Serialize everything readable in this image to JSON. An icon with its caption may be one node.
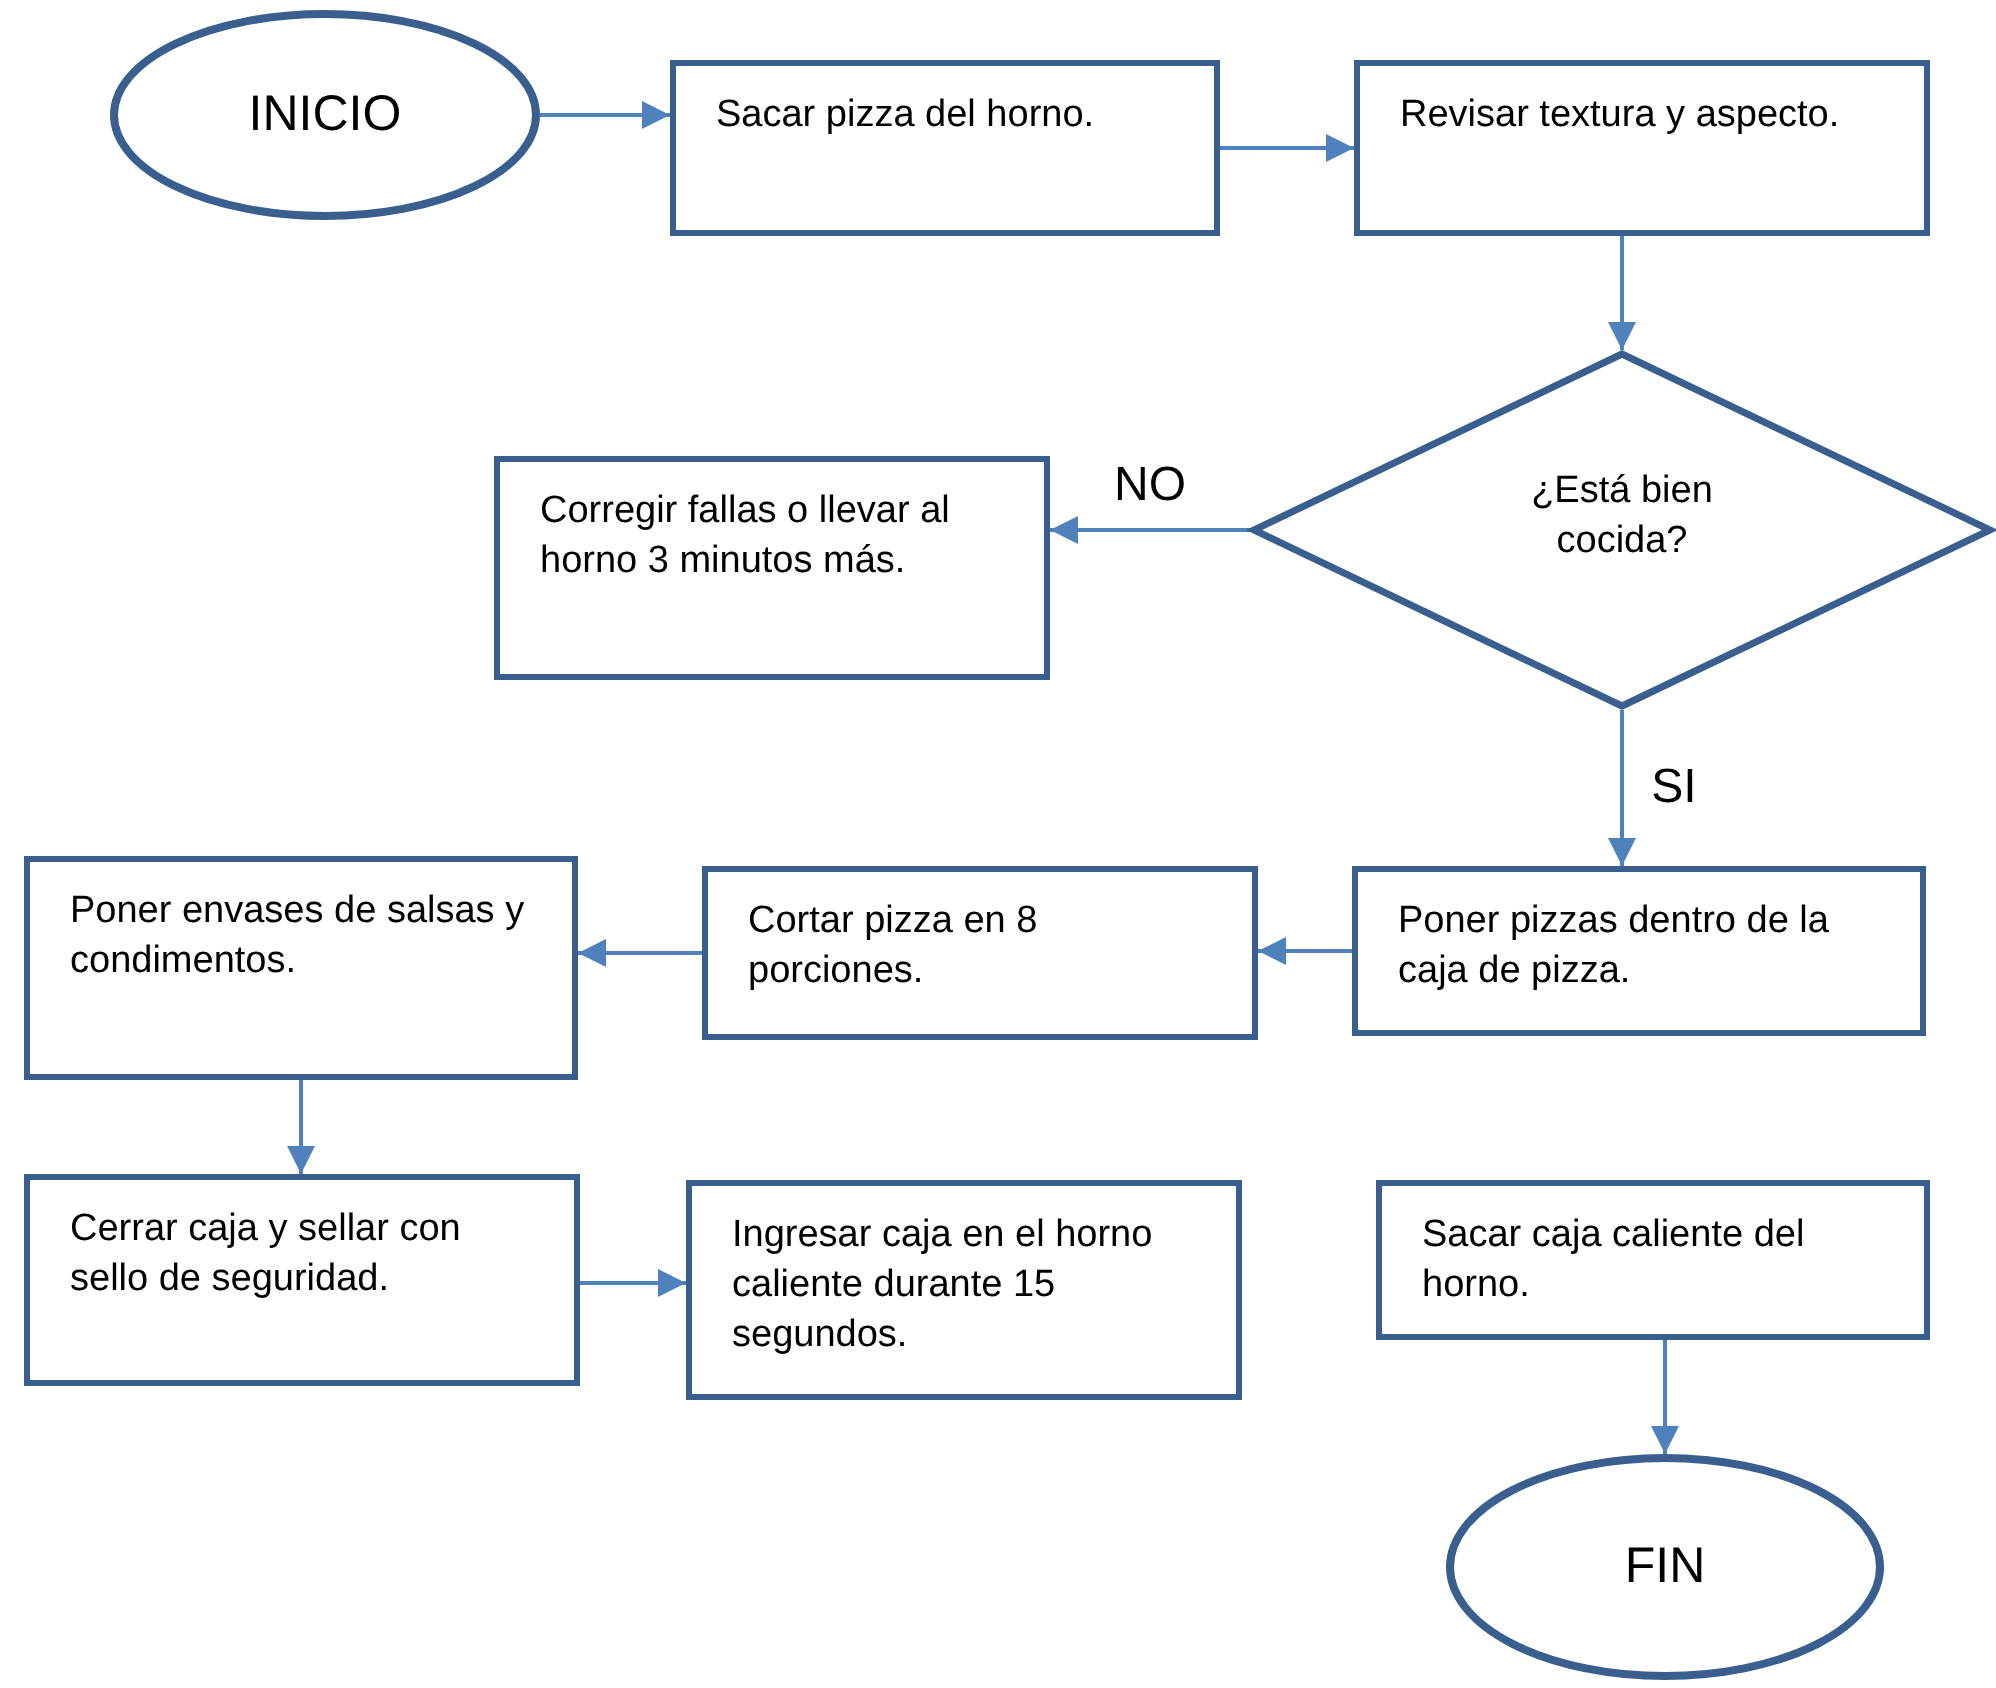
{
  "diagram": {
    "nodes": [
      {
        "text": [
          "INICIO"
        ]
      },
      {
        "text": [
          "Sacar pizza del horno."
        ]
      },
      {
        "text": [
          "Revisar textura y aspecto."
        ]
      },
      {
        "text": [
          "¿Está bien cocida?"
        ]
      },
      {
        "text": [
          "Corregir fallas o llevar al horno 3 minutos más."
        ]
      },
      {
        "text": [
          "Poner pizzas dentro de la caja de pizza."
        ]
      },
      {
        "text": [
          "Cortar pizza en 8 porciones."
        ]
      },
      {
        "text": [
          "Poner envases de salsas y condimentos."
        ]
      },
      {
        "text": [
          "Cerrar caja y sellar con sello de seguridad."
        ]
      },
      {
        "text": [
          "Ingresar caja en el horno caliente durante 15 segundos."
        ]
      },
      {
        "text": [
          "Sacar caja caliente del horno."
        ]
      },
      {
        "text": [
          "FIN"
        ]
      }
    ],
    "edges": [
      {
        "from": 0,
        "to": 1,
        "arrow": "to"
      },
      {
        "from": 1,
        "to": 2,
        "arrow": "to"
      },
      {
        "from": 2,
        "to": 3,
        "arrow": "to"
      },
      {
        "from": 3,
        "to": 4,
        "arrow": "to",
        "label": "NO"
      },
      {
        "from": 3,
        "to": 5,
        "arrow": "to",
        "label": "SI"
      },
      {
        "from": 5,
        "to": 6,
        "arrow": "to"
      },
      {
        "from": 6,
        "to": 7,
        "arrow": "to"
      },
      {
        "from": 7,
        "to": 8,
        "arrow": "to"
      },
      {
        "from": 8,
        "to": 9,
        "arrow": "to"
      },
      {
        "from": 10,
        "to": 11,
        "arrow": "to"
      }
    ]
  }
}
